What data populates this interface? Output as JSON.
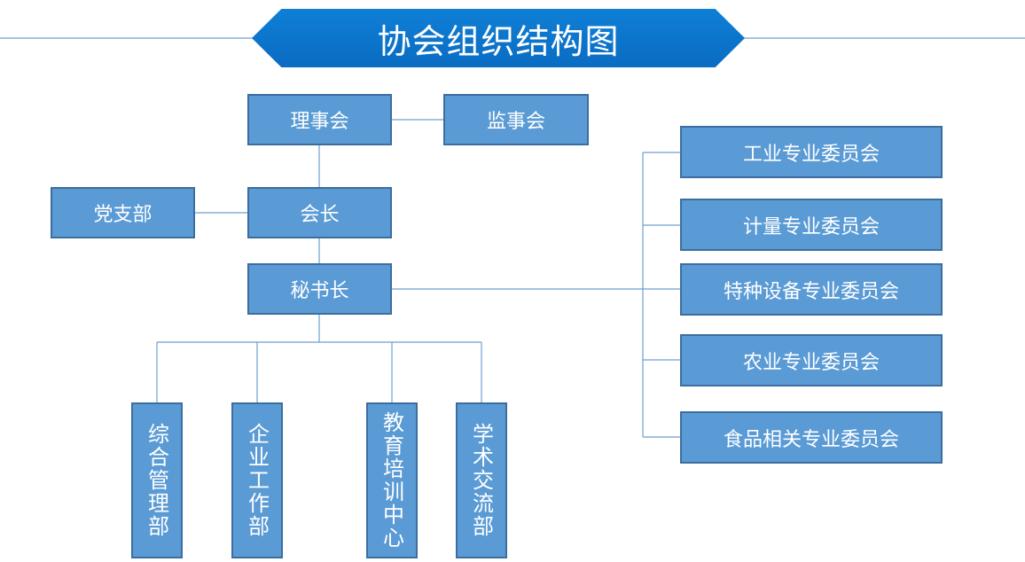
{
  "title": "协会组织结构图",
  "nodes": {
    "board": "理事会",
    "supervisors": "监事会",
    "party": "党支部",
    "president": "会长",
    "secretary_general": "秘书长",
    "departments": [
      "综合管理部",
      "企业工作部",
      "教育培训中心",
      "学术交流部"
    ],
    "committees": [
      "工业专业委员会",
      "计量专业委员会",
      "特种设备专业委员会",
      "农业专业委员会",
      "食品相关专业委员会"
    ]
  },
  "colors": {
    "banner": "#0a6cc2",
    "node_fill": "#5b9bd5",
    "node_border": "#3b6e9f",
    "connector": "#6f9fcf"
  }
}
